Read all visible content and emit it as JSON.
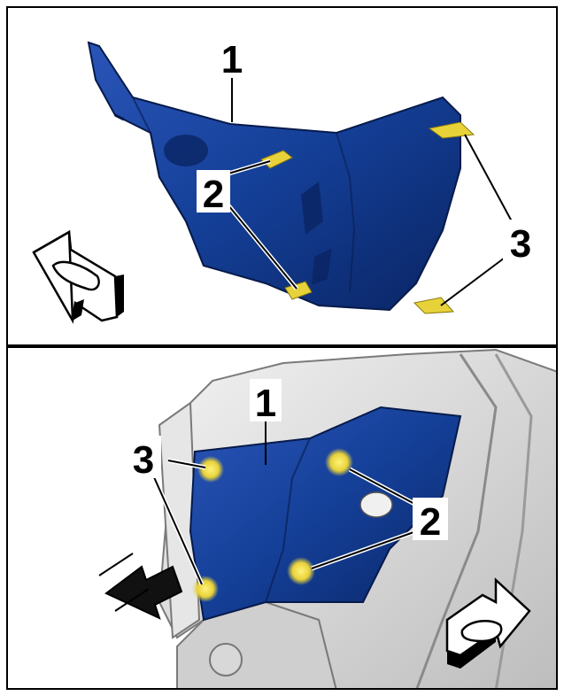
{
  "top_panel": {
    "callouts": {
      "part": "1",
      "clips": "2",
      "tabs": "3"
    }
  },
  "bottom_panel": {
    "callouts": {
      "part": "1",
      "clips": "2",
      "tabs": "3"
    }
  },
  "colors": {
    "trim_blue": "#123a8f",
    "trim_dark": "#0a2160",
    "clip_yellow": "#e8d23a",
    "body_grey": "#d9d9d9",
    "frame": "#000000"
  }
}
